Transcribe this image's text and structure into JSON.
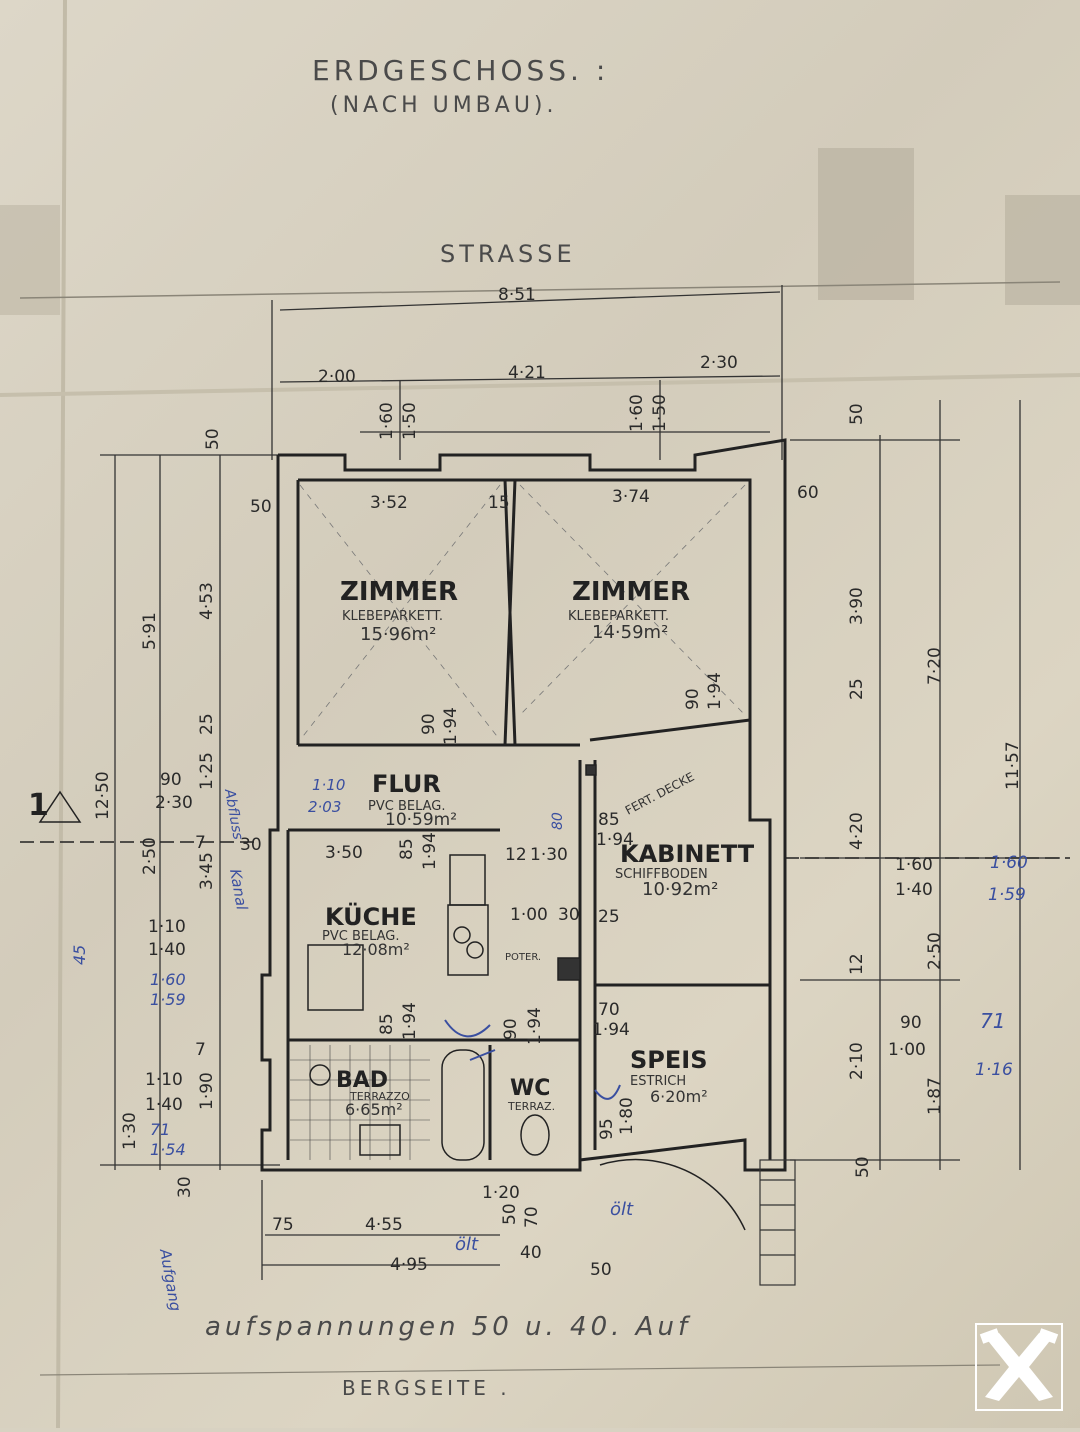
{
  "header": {
    "title": "ERDGESCHOSS. :",
    "subtitle": "(NACH UMBAU)."
  },
  "labels": {
    "street": "STRASSE",
    "bottom": "BERGSEITE .",
    "note": "aufspannungen  50 u. 40. Auf",
    "section_mark": "1"
  },
  "rooms": [
    {
      "name": "ZIMMER",
      "floor": "KLEBEPARKETT.",
      "area": "15·96m²"
    },
    {
      "name": "ZIMMER",
      "floor": "KLEBEPARKETT.",
      "area": "14·59m²"
    },
    {
      "name": "FLUR",
      "floor": "PVC BELAG.",
      "area": "10·59m²"
    },
    {
      "name": "KABINETT",
      "floor": "SCHIFFBODEN",
      "area": "10·92m²"
    },
    {
      "name": "KÜCHE",
      "floor": "PVC BELAG.",
      "area": "12·08m²"
    },
    {
      "name": "BAD",
      "floor": "TERRAZZO",
      "area": "6·65m²"
    },
    {
      "name": "WC",
      "floor": "TERRAZ.",
      "area": ""
    },
    {
      "name": "SPEIS",
      "floor": "ESTRICH",
      "area": "6·20m²"
    }
  ],
  "fixtures": {
    "ceiling": "FERT. DECKE",
    "chimney": "POTER."
  },
  "dims_top": [
    "8·51",
    "2·00",
    "4·21",
    "2·30",
    "1·60",
    "1·50",
    "1·60",
    "1·50",
    "50",
    "3·52",
    "15",
    "3·74",
    "60",
    "90",
    "1·94",
    "90",
    "1·94"
  ],
  "dims_left": [
    "50",
    "50",
    "4·53",
    "5·91",
    "25",
    "12·50",
    "90",
    "2·30",
    "1·25",
    "2·50",
    "30",
    "7",
    "3·45",
    "1·10",
    "1·40",
    "7",
    "1·10",
    "1·40",
    "1·90",
    "1·30",
    "30"
  ],
  "dims_right": [
    "50",
    "3·90",
    "7·20",
    "25",
    "4·20",
    "11·57",
    "1·60",
    "1·40",
    "2·50",
    "12",
    "90",
    "1·00",
    "2·10",
    "1·87",
    "50"
  ],
  "dims_inner": [
    "3·50",
    "85",
    "1·94",
    "12",
    "1·30",
    "1·00",
    "30",
    "25",
    "85",
    "1·94",
    "70",
    "1·94",
    "85",
    "1·94",
    "90",
    "1·94",
    "95",
    "1·80"
  ],
  "dims_bottom": [
    "75",
    "4·55",
    "4·95",
    "50",
    "70",
    "40",
    "1·20",
    "50"
  ],
  "annotations": [
    "1·10",
    "2·03",
    "1·60",
    "1·59",
    "71",
    "1·54",
    "1·60",
    "1·59",
    "71",
    "1·16",
    "80",
    "ölt",
    "ölt",
    "Kanal",
    "Abfluss",
    "45",
    "Aufgang"
  ],
  "colors": {
    "paper": "#d8d2c2",
    "ink": "#2a2a2a",
    "pen": "#3a4fa0",
    "logo": "#ffffff"
  },
  "logo_icon": "raiffeisen-gable-cross-icon"
}
